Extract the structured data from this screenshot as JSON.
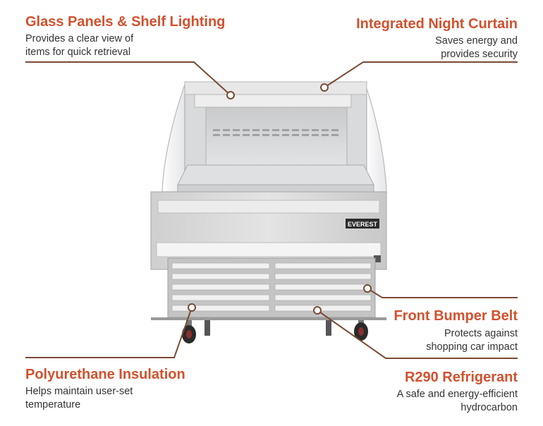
{
  "features": {
    "glass": {
      "title": "Glass Panels & Shelf Lighting",
      "desc1": "Provides a clear view of",
      "desc2": "items for quick retrieval"
    },
    "curtain": {
      "title": "Integrated Night Curtain",
      "desc1": "Saves energy and",
      "desc2": "provides security"
    },
    "bumper": {
      "title": "Front Bumper Belt",
      "desc1": "Protects against",
      "desc2": "shopping car impact"
    },
    "insulation": {
      "title": "Polyurethane Insulation",
      "desc1": "Helps maintain user-set",
      "desc2": "temperature"
    },
    "refrigerant": {
      "title": "R290 Refrigerant",
      "desc1": "A safe and energy-efficient",
      "desc2": "hydrocarbon"
    }
  },
  "product": {
    "logo_text": "EVEREST"
  },
  "colors": {
    "accent": "#d2512e",
    "line": "#7a4a35"
  }
}
